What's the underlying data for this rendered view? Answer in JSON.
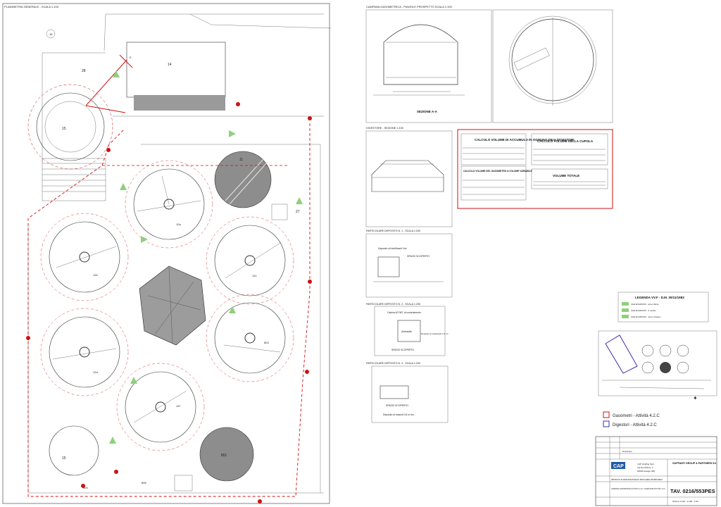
{
  "left_panel": {
    "title": "PLANIMETRIA GENERALE - SCALA 1:100"
  },
  "right_top": {
    "title": "CAMPANA GASOMETRICA - PIANTA E PROSPETTO SCALA 1:100",
    "section_label": "SEZIONE A-A"
  },
  "digestore": {
    "title": "DIGESTORE - SEZIONE 1:100"
  },
  "calc": {
    "box1_title": "CALCOLO VOLUME DI ACCUMULO IN OGNUNO DEI 6 DIGESTORI",
    "box2_title": "CALCOLO VOLUME DEL GASOMETRO A VOLUME VARIABILE",
    "box3_title": "CALCOLO VOLUME DELLA CUPOLA",
    "box4_title": "VOLUME TOTALE"
  },
  "deposits": [
    {
      "title": "PARTICOLARE DEPOSITO N. 1 - SCALA 1:200",
      "label": "Deposito oli lubrificanti 2m³",
      "open": "SPAZIO SCOPERTO"
    },
    {
      "title": "PARTICOLARE DEPOSITO N. 2 - SCALA 1:200",
      "label": "Cabina 60°/60° di contenimento",
      "room": "Armadio",
      "side": "Deposito di sanificanti 1,5 m³",
      "open": "SPAZIO SCOPERTO"
    },
    {
      "title": "PARTICOLARE DEPOSITO N. 3 - SCALA 1:200",
      "label": "Deposito di esausti 0,5 m ton.",
      "open": "SPAZIO SCOPERTO"
    }
  ],
  "legend": {
    "title": "LEGENDA VV.F - D.M. 30/11/1983",
    "rows": [
      {
        "code": "CHE EVADONO",
        "desc": "verso l'Ente"
      },
      {
        "code": "CHE EVADONO",
        "desc": "in uscita"
      },
      {
        "code": "CHE EVADONO",
        "desc": "verso il basso"
      }
    ]
  },
  "key": {
    "item1": "Gasometri - Attività 4.2.C",
    "item2": "Digestori - Attività 4.2.C",
    "color1": "#d01010",
    "color2": "#3a2fa8"
  },
  "labels": {
    "n16": "16",
    "n14": "14",
    "n28": "28",
    "n15": "15",
    "n11": "11",
    "n27": "27",
    "n12a": "12a",
    "n12b": "12b",
    "n12c": "12c",
    "n12d": "12d",
    "n12e": "12e",
    "n12f": "12f",
    "n15b": "15",
    "n801": "801",
    "n802": "802",
    "n803": "803",
    "n804": "804",
    "n806": "806",
    "n801b": "801",
    "E": "E"
  },
  "title_block": {
    "company": "GUFFANTI GROUP & PARTNERS Srl",
    "client": "CAP Holding SpA",
    "client_addr1": "Via Del Mulino, 2",
    "client_addr2": "20090 Assago (MI)",
    "project": "IMPIANTO DI DEPURAZIONE DI PESCHIERA BORROMEO",
    "subject": "CAMPANA GASOMETRICA ATTIVITA' 4.2.C - DIGESTORI ATTIVITA' 4.2.C",
    "tav": "TAV. 0216/553PES",
    "scale": "SCALA 1:100 - 1:200 - 1:50",
    "cap_logo": "CAP",
    "rev_label": "Emissione"
  }
}
